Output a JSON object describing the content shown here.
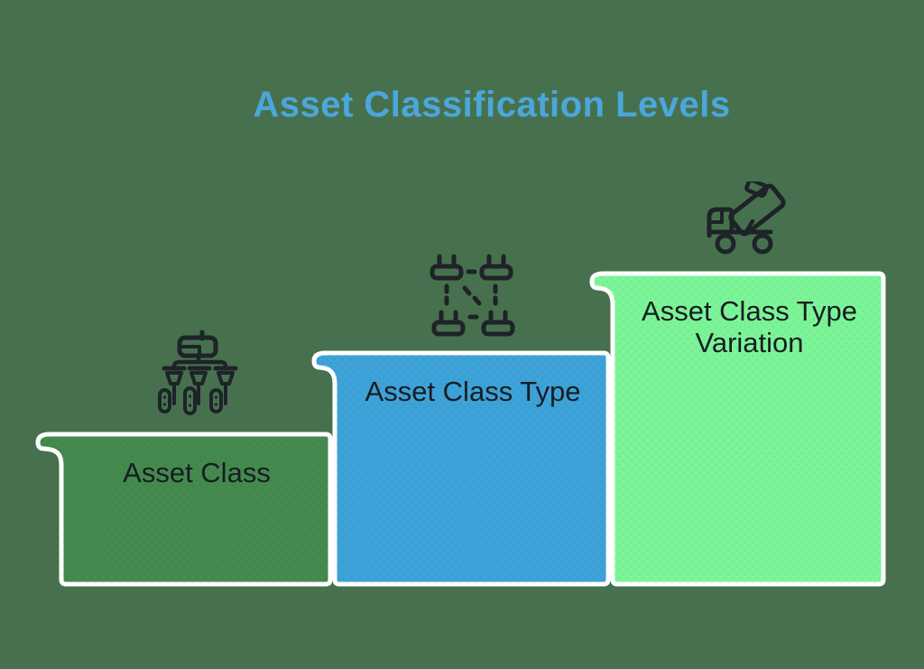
{
  "title": {
    "text": "Asset Classification Levels"
  },
  "blocks": [
    {
      "label": "Asset Class",
      "color": "#44894E",
      "icon": "seeder-machine"
    },
    {
      "label": "Asset Class Type",
      "color": "#3DA2D8",
      "icon": "plugs-connection"
    },
    {
      "label": "Asset Class Type Variation",
      "color": "#7BF498",
      "icon": "dump-truck"
    }
  ],
  "palette": {
    "background": "#47714E",
    "block_outline": "#FFFFFF",
    "title_color": "#4BA7DB",
    "label_text": "#171D21",
    "icon_stroke": "#1D2327"
  }
}
